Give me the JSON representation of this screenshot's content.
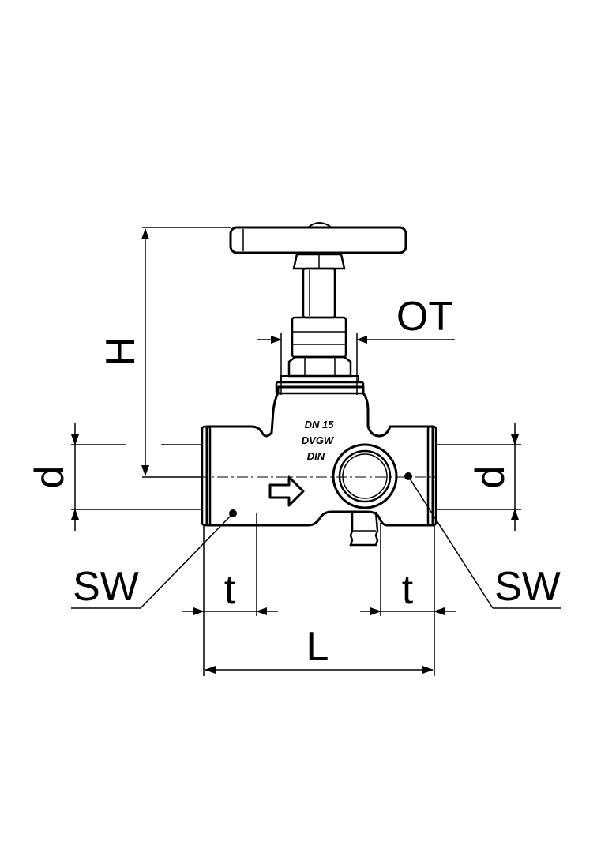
{
  "drawing": {
    "subject": "globe valve technical drawing",
    "dimension_labels": {
      "height": "H",
      "across_flats_top": "OT",
      "thread_diameter_left": "d",
      "thread_diameter_right": "d",
      "wrench_size_left": "SW",
      "wrench_size_right": "SW",
      "thread_depth_left": "t",
      "thread_depth_right": "t",
      "length": "L"
    },
    "body_marking": [
      "DN 15",
      "DVGW",
      "DIN"
    ],
    "colors": {
      "ink": "#000000",
      "paper": "#ffffff"
    }
  }
}
